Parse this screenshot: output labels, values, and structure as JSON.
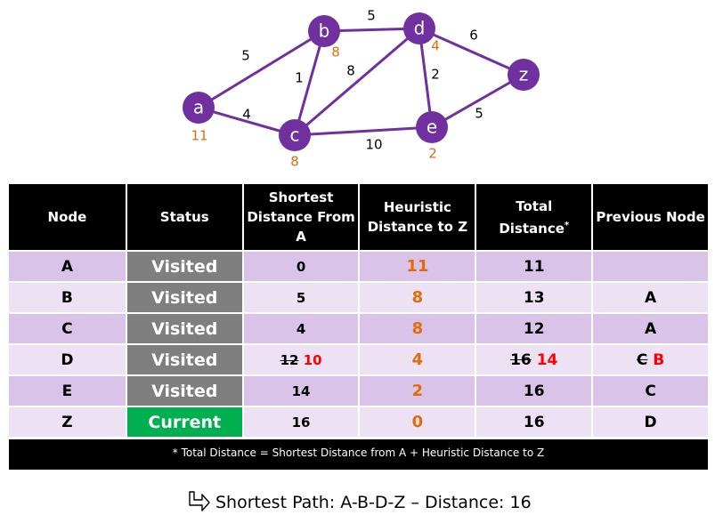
{
  "graph": {
    "nodes": [
      {
        "id": "a",
        "label": "a",
        "heuristic": "11"
      },
      {
        "id": "b",
        "label": "b",
        "heuristic": "8"
      },
      {
        "id": "c",
        "label": "c",
        "heuristic": "8"
      },
      {
        "id": "d",
        "label": "d",
        "heuristic": "4"
      },
      {
        "id": "e",
        "label": "e",
        "heuristic": "2"
      },
      {
        "id": "z",
        "label": "z",
        "heuristic": ""
      }
    ],
    "edges": [
      {
        "from": "a",
        "to": "b",
        "weight": "5"
      },
      {
        "from": "a",
        "to": "c",
        "weight": "4"
      },
      {
        "from": "b",
        "to": "c",
        "weight": "1"
      },
      {
        "from": "b",
        "to": "d",
        "weight": "5"
      },
      {
        "from": "c",
        "to": "d",
        "weight": "8"
      },
      {
        "from": "c",
        "to": "e",
        "weight": "10"
      },
      {
        "from": "d",
        "to": "e",
        "weight": "2"
      },
      {
        "from": "d",
        "to": "z",
        "weight": "6"
      },
      {
        "from": "e",
        "to": "z",
        "weight": "5"
      }
    ],
    "node_color": "#7030a0",
    "heuristic_color": "#e36c09"
  },
  "table": {
    "headers": [
      "Node",
      "Status",
      "Shortest Distance From A",
      "Heuristic Distance to Z",
      "Total Distance*",
      "Previous Node"
    ],
    "rows": [
      {
        "node": "A",
        "status": "Visited",
        "shortest_old": "",
        "shortest": "0",
        "heuristic": "11",
        "total_old": "",
        "total": "11",
        "previous_old": "",
        "previous": ""
      },
      {
        "node": "B",
        "status": "Visited",
        "shortest_old": "",
        "shortest": "5",
        "heuristic": "8",
        "total_old": "",
        "total": "13",
        "previous_old": "",
        "previous": "A"
      },
      {
        "node": "C",
        "status": "Visited",
        "shortest_old": "",
        "shortest": "4",
        "heuristic": "8",
        "total_old": "",
        "total": "12",
        "previous_old": "",
        "previous": "A"
      },
      {
        "node": "D",
        "status": "Visited",
        "shortest_old": "12",
        "shortest": "10",
        "heuristic": "4",
        "total_old": "16",
        "total": "14",
        "previous_old": "C",
        "previous": "B"
      },
      {
        "node": "E",
        "status": "Visited",
        "shortest_old": "",
        "shortest": "14",
        "heuristic": "2",
        "total_old": "",
        "total": "16",
        "previous_old": "",
        "previous": "C"
      },
      {
        "node": "Z",
        "status": "Current",
        "shortest_old": "",
        "shortest": "16",
        "heuristic": "0",
        "total_old": "",
        "total": "16",
        "previous_old": "",
        "previous": "D"
      }
    ],
    "colors": {
      "header_bg": "#000000",
      "row_odd": "#d9c3e8",
      "row_even": "#ede1f4",
      "visited": "#7f7f7f",
      "current": "#00b050",
      "updated_value": "#ff0000"
    }
  },
  "footnote": "* Total Distance = Shortest Distance from A  +  Heuristic Distance to Z",
  "result": {
    "icon": "turn-right-arrow-icon",
    "text": "Shortest Path: A-B-D-Z – Distance: 16"
  }
}
